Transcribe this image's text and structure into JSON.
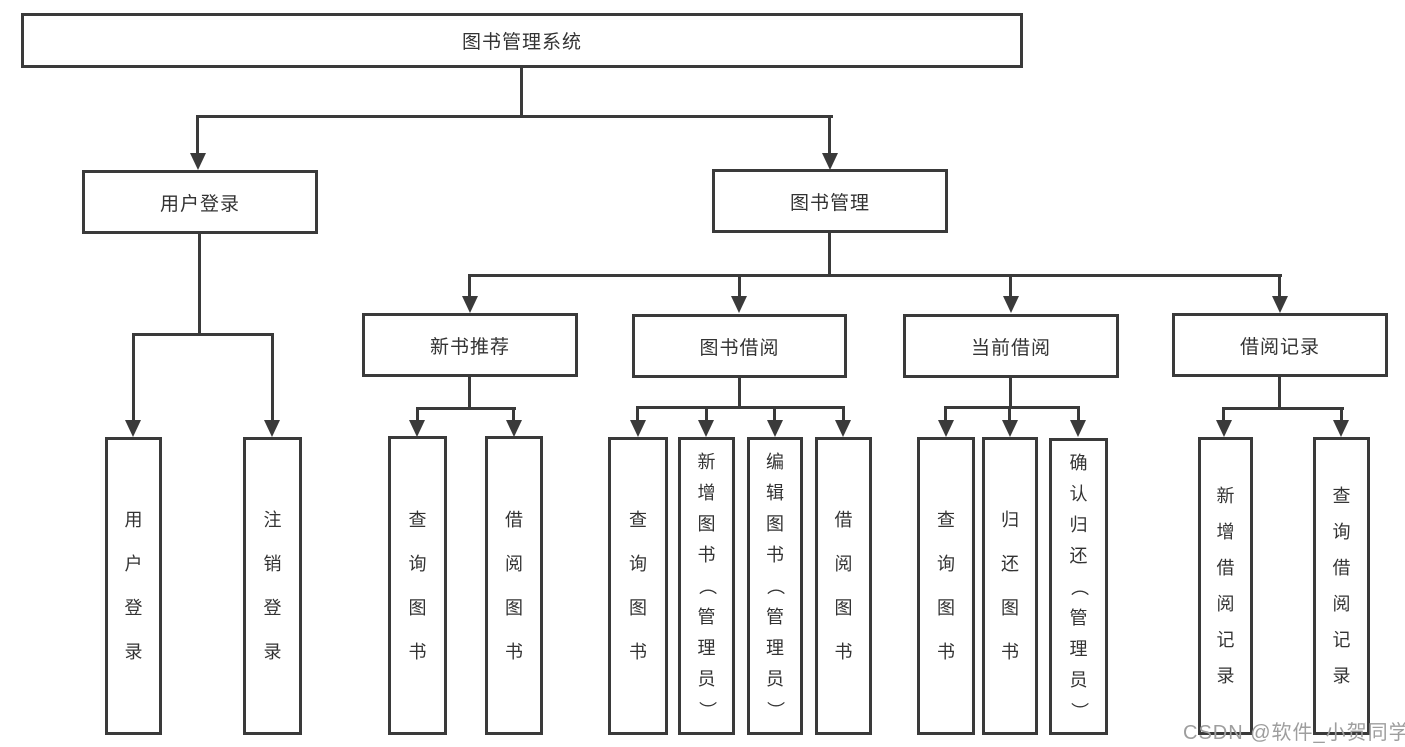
{
  "tree": {
    "label": "图书管理系统",
    "children": [
      {
        "label": "用户登录",
        "children": [
          {
            "label": "用户登录"
          },
          {
            "label": "注销登录"
          }
        ]
      },
      {
        "label": "图书管理",
        "children": [
          {
            "label": "新书推荐",
            "children": [
              {
                "label": "查询图书"
              },
              {
                "label": "借阅图书"
              }
            ]
          },
          {
            "label": "图书借阅",
            "children": [
              {
                "label": "查询图书"
              },
              {
                "label": "新增图书（管理员）"
              },
              {
                "label": "编辑图书（管理员）"
              },
              {
                "label": "借阅图书"
              }
            ]
          },
          {
            "label": "当前借阅",
            "children": [
              {
                "label": "查询图书"
              },
              {
                "label": "归还图书"
              },
              {
                "label": "确认归还（管理员）"
              }
            ]
          },
          {
            "label": "借阅记录",
            "children": [
              {
                "label": "新增借阅记录"
              },
              {
                "label": "查询借阅记录"
              }
            ]
          }
        ]
      }
    ]
  },
  "watermark": {
    "text": "CSDN @软件_小贺同学"
  },
  "colors": {
    "line": "#3a3a3a",
    "text": "#333333",
    "background": "#ffffff",
    "watermark": "#9e9e9e"
  }
}
